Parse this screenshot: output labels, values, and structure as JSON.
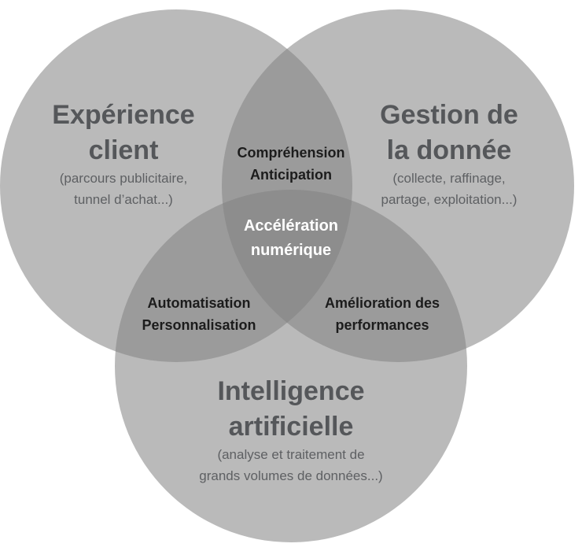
{
  "colors": {
    "circle_fill": "rgba(130,130,130,0.55)",
    "main_text": "#55575a",
    "sub_text": "#5e6063",
    "overlap_text": "#1c1c1c",
    "center_text": "#ffffff",
    "background": "#ffffff"
  },
  "sets": {
    "experience": {
      "title_line1": "Expérience",
      "title_line2": "client",
      "sub_line1": "(parcours publicitaire,",
      "sub_line2": "tunnel d’achat...)"
    },
    "data": {
      "title_line1": "Gestion de",
      "title_line2": "la donnée",
      "sub_line1": "(collecte, raffinage,",
      "sub_line2": "partage, exploitation...)"
    },
    "ai": {
      "title_line1": "Intelligence",
      "title_line2": "artificielle",
      "sub_line1": "(analyse et traitement de",
      "sub_line2": "grands volumes de données...)"
    }
  },
  "overlaps": {
    "experience_data": {
      "line1": "Compréhension",
      "line2": "Anticipation"
    },
    "experience_ai": {
      "line1": "Automatisation",
      "line2": "Personnalisation"
    },
    "data_ai": {
      "line1": "Amélioration des",
      "line2": "performances"
    },
    "center": {
      "line1": "Accélération",
      "line2": "numérique"
    }
  }
}
